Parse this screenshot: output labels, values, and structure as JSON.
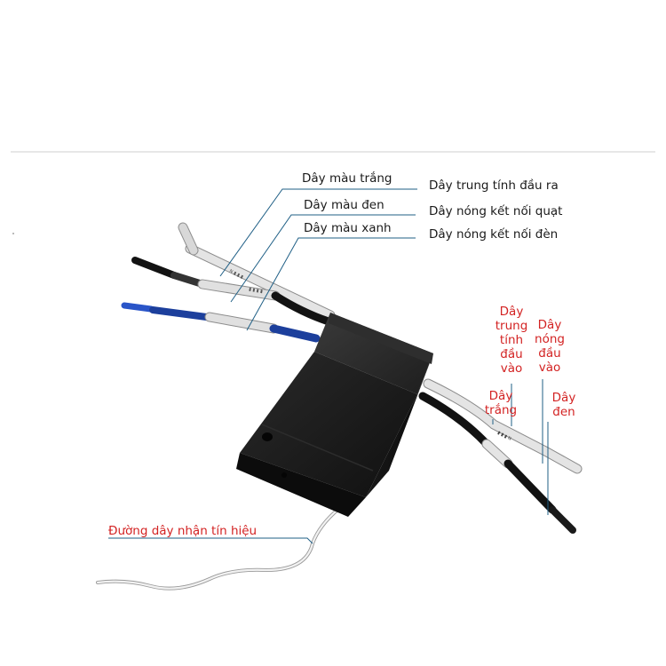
{
  "labels": {
    "white_wire": "Dây màu trắng",
    "black_wire": "Dây màu đen",
    "blue_wire": "Dây màu xanh",
    "neutral_out": "Dây trung tính đầu ra",
    "hot_fan": "Dây nóng kết nối quạt",
    "hot_light": "Dây nóng kết nối đèn",
    "neutral_in": [
      "Dây",
      "trung",
      "tính",
      "đầu",
      "vào"
    ],
    "hot_in": [
      "Dây",
      "nóng",
      "đầu",
      "vào"
    ],
    "white_right": [
      "Dây",
      "trắng"
    ],
    "black_right": [
      "Dây",
      "đen"
    ],
    "signal_wire": "Đường dây nhận tín hiệu"
  },
  "colors": {
    "label_red": "#d32323",
    "label_dark": "#1a1a1a",
    "leader_line": "#1f5f86",
    "module_body": "#1c1c1c",
    "wire_blue": "#1c3f9c",
    "wire_black": "#151515",
    "wire_white": "#e2e2e2"
  }
}
